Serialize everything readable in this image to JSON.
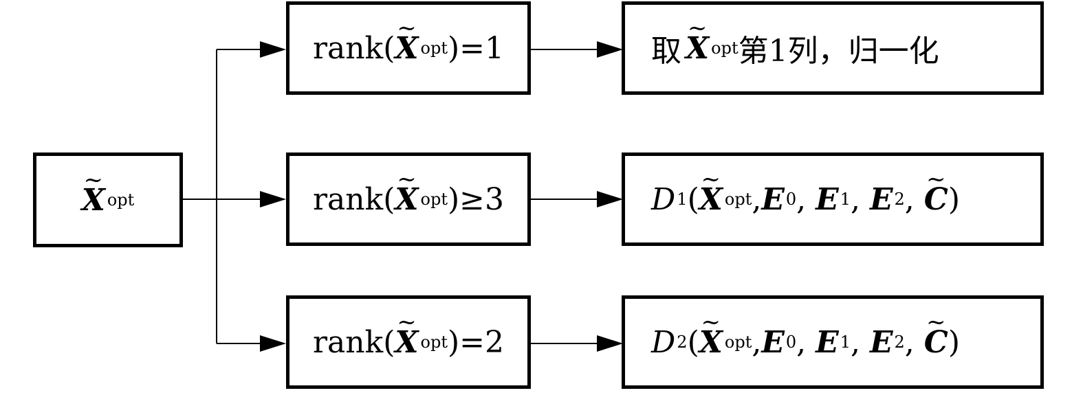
{
  "input_node": {
    "symbol": "X",
    "superscript": "opt"
  },
  "branches": [
    {
      "condition": {
        "prefix": "rank(",
        "symbol": "X",
        "superscript": "opt",
        "relation": ")=1"
      },
      "action": {
        "text_before": "取",
        "symbol": "X",
        "superscript": "opt",
        "text_after": "第1列，归一化"
      }
    },
    {
      "condition": {
        "prefix": "rank(",
        "symbol": "X",
        "superscript": "opt",
        "relation": ")≥3"
      },
      "action": {
        "func": "D",
        "func_sub": "1",
        "args": [
          {
            "symbol": "X",
            "sup": "opt",
            "sep": ","
          },
          {
            "symbol": "E",
            "sub": "0",
            "sep": ", "
          },
          {
            "symbol": "E",
            "sub": "1",
            "sep": ", "
          },
          {
            "symbol": "E",
            "sub": "2",
            "sep": ", "
          },
          {
            "symbol": "C",
            "sep": ")"
          }
        ]
      }
    },
    {
      "condition": {
        "prefix": "rank(",
        "symbol": "X",
        "superscript": "opt",
        "relation": ")=2"
      },
      "action": {
        "func": "D",
        "func_sub": "2",
        "args": [
          {
            "symbol": "X",
            "sup": "opt",
            "sep": ","
          },
          {
            "symbol": "E",
            "sub": "0",
            "sep": ", "
          },
          {
            "symbol": "E",
            "sub": "1",
            "sep": ", "
          },
          {
            "symbol": "E",
            "sub": "2",
            "sep": ", "
          },
          {
            "symbol": "C",
            "sep": ")"
          }
        ]
      }
    }
  ]
}
